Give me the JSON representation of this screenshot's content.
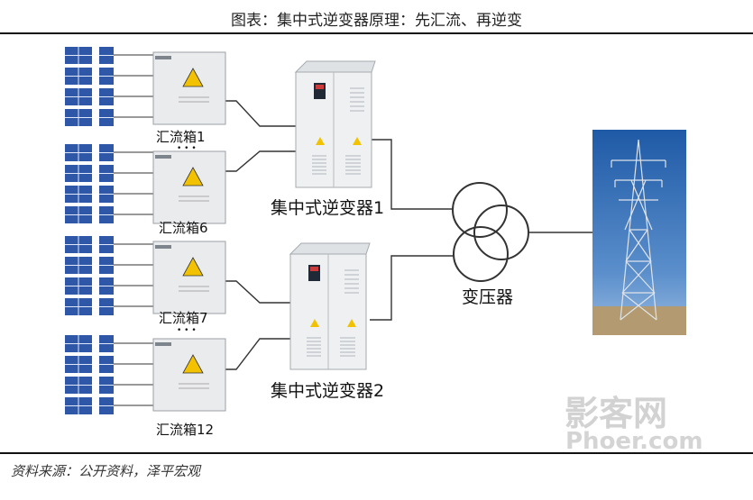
{
  "header": {
    "title": "图表：集中式逆变器原理：先汇流、再逆变"
  },
  "labels": {
    "box1": "汇流箱1",
    "box6": "汇流箱6",
    "box7": "汇流箱7",
    "box12": "汇流箱12",
    "ellipsis": "• • •",
    "inverter1": "集中式逆变器1",
    "inverter2": "集中式逆变器2",
    "transformer": "变压器"
  },
  "footer": {
    "source": "资料来源：公开资料，泽平宏观"
  },
  "watermark": {
    "line1": "影客网",
    "line2": "Phoer.com"
  },
  "colors": {
    "panel": "#2e57a8",
    "panel_line": "#dfe8f8",
    "line": "#333333",
    "box": "#e9ebed",
    "inverter": "#eef0f1",
    "warning": "#f2c200",
    "sky": "#2f6fb8",
    "ground": "#b49a72"
  }
}
